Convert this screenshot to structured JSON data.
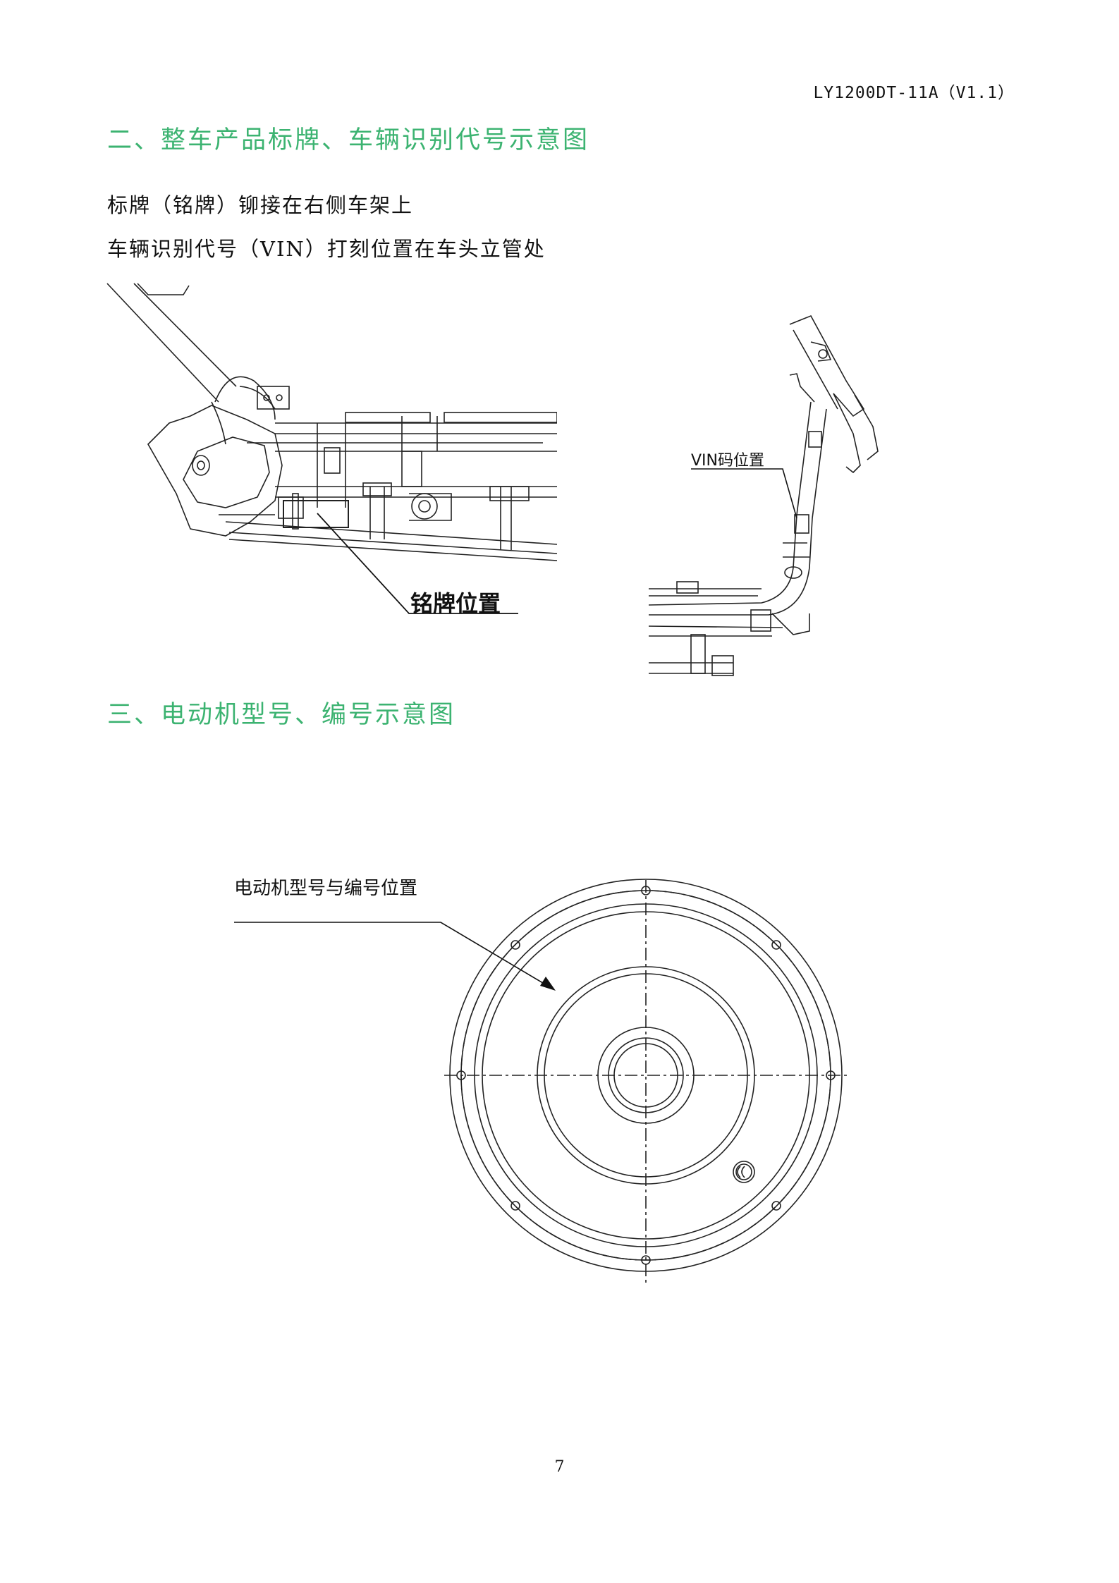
{
  "header": {
    "doc_code": "LY1200DT-11A（V1.1）"
  },
  "section2": {
    "title": "二、整车产品标牌、车辆识别代号示意图",
    "line1": "标牌（铭牌）铆接在右侧车架上",
    "line2": "车辆识别代号（VIN）打刻位置在车头立管处",
    "nameplate_label": "铭牌位置",
    "vin_label": "VIN码位置"
  },
  "section3": {
    "title": "三、电动机型号、编号示意图",
    "motor_label": "电动机型号与编号位置"
  },
  "footer": {
    "page_number": "7"
  }
}
